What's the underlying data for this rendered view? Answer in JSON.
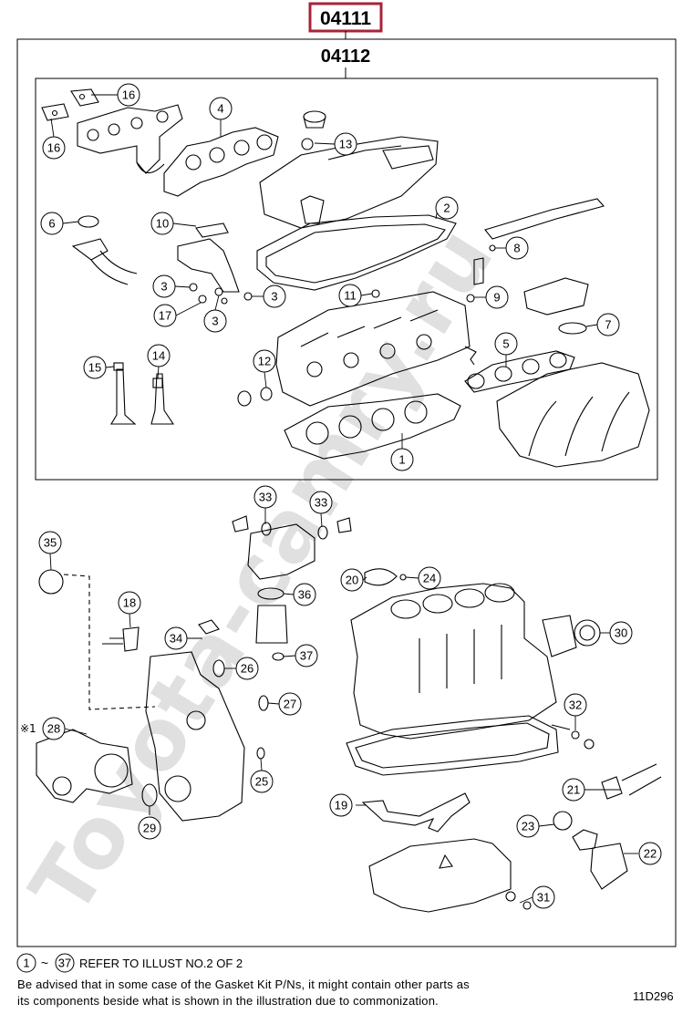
{
  "top_code": "04111",
  "sub_code": "04112",
  "colors": {
    "top_code_border": "#a8233a",
    "ink": "#000000",
    "watermark": "#bfbfbf"
  },
  "watermark": "Toyota-camry.ru",
  "callouts_upper": [
    "16",
    "16",
    "4",
    "13",
    "6",
    "10",
    "2",
    "8",
    "9",
    "3",
    "3",
    "17",
    "3",
    "11",
    "7",
    "5",
    "15",
    "14",
    "12",
    "1"
  ],
  "callouts_lower": [
    "33",
    "33",
    "35",
    "20",
    "24",
    "18",
    "36",
    "30",
    "34",
    "37",
    "26",
    "27",
    "32",
    "28",
    "25",
    "21",
    "19",
    "29",
    "23",
    "22",
    "31"
  ],
  "side_mark": "※1",
  "footer": {
    "range_from": "1",
    "tilde": "~",
    "range_to": "37",
    "range_text": "REFER TO ILLUST NO.2 OF 2",
    "note_line1": "Be advised that in some case of the Gasket Kit P/Ns,  it might contain other parts as",
    "note_line2": "its components beside what is shown in the illustration due to commonization.",
    "figure_id": "11D296"
  }
}
